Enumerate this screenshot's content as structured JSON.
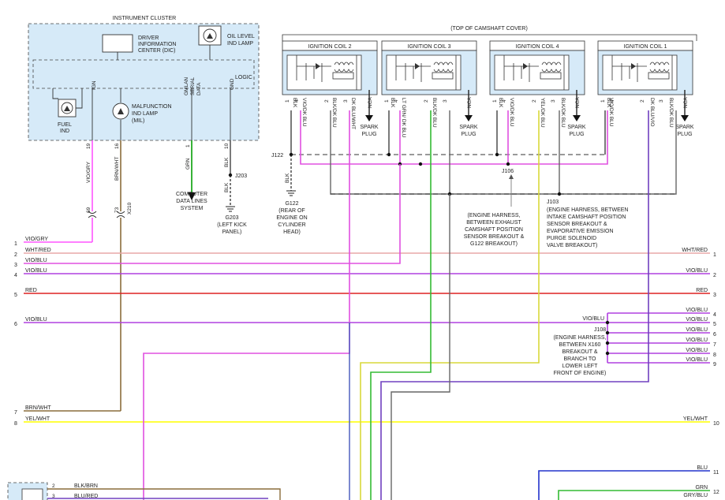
{
  "cluster": {
    "title": "INSTRUMENT CLUSTER",
    "dic": [
      "DRIVER",
      "INFORMATION",
      "CENTER (DIC)"
    ],
    "oil": [
      "OIL LEVEL",
      "IND LAMP"
    ],
    "logic": "LOGIC",
    "ign": "IGN",
    "gmlan": [
      "GMLAN",
      "SERIAL",
      "DATA"
    ],
    "gnd": "GND",
    "fuel": [
      "FUEL",
      "IND"
    ],
    "mil": [
      "MALFUNCTION",
      "IND LAMP",
      "(MIL)"
    ],
    "pins": [
      "19",
      "16",
      "1",
      "10"
    ]
  },
  "camcover": {
    "title": "(TOP OF CAMSHAFT COVER)",
    "coils": [
      "IGNITION COIL 2",
      "IGNITION COIL 3",
      "IGNITION COIL 4",
      "IGNITION COIL 1"
    ],
    "pin_nums": [
      "1",
      "4",
      "2",
      "3"
    ],
    "nca": "NCA",
    "spark": [
      "SPARK",
      "PLUG"
    ],
    "wires": {
      "c2": [
        "BLK",
        "VIO/DK BLU",
        "BLK/DK BLU",
        "DK BLU/WHT"
      ],
      "c3": [
        "BLK",
        "LT GRN/ DK BLU",
        "BLK/DK BLU"
      ],
      "c4": [
        "BLK",
        "VIO/DK BLU",
        "YEL/DK BLU",
        "BLK/DK BLU"
      ],
      "c1": [
        "BLK",
        "VIO/DK BLU",
        "DK BLU/VIO",
        "BLK/DK BLU"
      ]
    }
  },
  "left_wires": {
    "vio_gry": "VIO/GRY",
    "brn_wht": "BRN/WHT",
    "grn": "GRN",
    "blk": "BLK",
    "x210": "X210",
    "x210_pins": [
      "69",
      "73"
    ]
  },
  "cdls": [
    "COMPUTER",
    "DATA LINES",
    "SYSTEM"
  ],
  "j203": "J203",
  "g203": [
    "G203",
    "(LEFT KICK",
    "PANEL)"
  ],
  "j122": "J122",
  "g122": [
    "G122",
    "(REAR OF",
    "ENGINE ON",
    "CYLINDER",
    "HEAD)"
  ],
  "j106": "J106",
  "j106_note": [
    "(ENGINE HARNESS,",
    "BETWEEN EXHAUST",
    "CAMSHAFT POSITION",
    "SENSOR BREAKOUT &",
    "G122 BREAKOUT)"
  ],
  "j103": "J103",
  "j103_note": [
    "(ENGINE HARNESS, BETWEEN",
    "INTAKE CAMSHAFT POSITION",
    "SENSOR BREAKOUT &",
    "EVAPORATIVE EMISSION",
    "PURGE SOLENOID",
    "VALVE BREAKOUT)"
  ],
  "j108": "J108",
  "j108_note": [
    "(ENGINE HARNESS,",
    "BETWEEN X160",
    "BREAKOUT &",
    "BRANCH TO",
    "LOWER LEFT",
    "FRONT OF ENGINE)"
  ],
  "buses_left": [
    {
      "n": "1",
      "label": "VIO/GRY"
    },
    {
      "n": "2",
      "label": "WHT/RED"
    },
    {
      "n": "3",
      "label": "VIO/BLU"
    },
    {
      "n": "4",
      "label": "VIO/BLU"
    },
    {
      "n": "5",
      "label": "RED"
    },
    {
      "n": "6",
      "label": "VIO/BLU"
    },
    {
      "n": "7",
      "label": "BRN/WHT"
    },
    {
      "n": "8",
      "label": "YEL/WHT"
    }
  ],
  "buses_right": [
    {
      "n": "1",
      "label": "WHT/RED"
    },
    {
      "n": "2",
      "label": "VIO/BLU"
    },
    {
      "n": "3",
      "label": "RED"
    },
    {
      "n": "4",
      "label": "VIO/BLU"
    },
    {
      "n": "5",
      "label": "VIO/BLU"
    },
    {
      "n": "6",
      "label": "VIO/BLU"
    },
    {
      "n": "7",
      "label": "VIO/BLU"
    },
    {
      "n": "8",
      "label": "VIO/BLU"
    },
    {
      "n": "9",
      "label": "VIO/BLU"
    },
    {
      "n": "10",
      "label": "YEL/WHT"
    },
    {
      "n": "11",
      "label": "BLU"
    },
    {
      "n": "12",
      "label": "GRN"
    },
    {
      "n": "",
      "label": "GRY/BLU"
    }
  ],
  "j108_vio": "VIO/BLU",
  "bottom_left": {
    "pins": [
      "2",
      "3"
    ],
    "labels": [
      "BLK/BRN",
      "BLU/RED"
    ]
  },
  "colors": {
    "violet": "#c040e0",
    "purple": "#7b3fc2",
    "pink": "#e060e0",
    "red": "#dd2222",
    "salmon": "#e8a0a0",
    "yellow": "#ffff22",
    "olive": "#b5b548",
    "green": "#22bb22",
    "brown": "#8a6d3b",
    "gray": "#666",
    "blue": "#2244cc"
  }
}
